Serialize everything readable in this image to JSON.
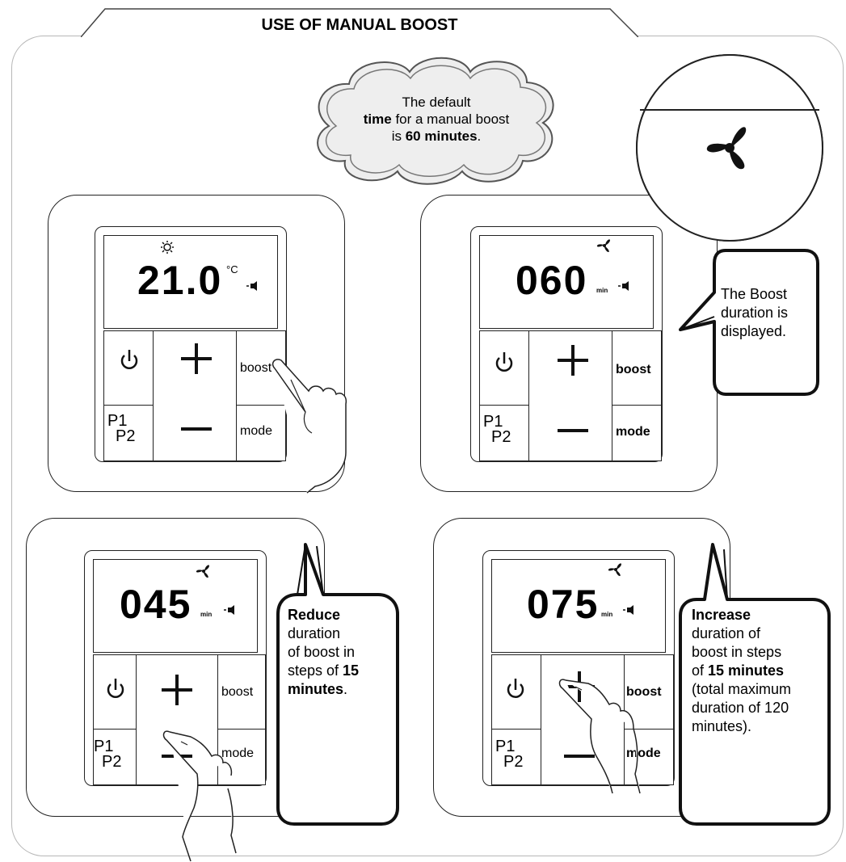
{
  "title": "USE OF MANUAL BOOST",
  "cloud_note": {
    "line1": "The default",
    "line2_bold": "time",
    "line2_rest": " for a manual boost",
    "line3_pre": "is ",
    "line3_bold": "60 minutes",
    "line3_post": "."
  },
  "zoom_icon": "fan-icon",
  "panels": [
    {
      "display": "21.0",
      "unit": "°C",
      "mode_icon": "sun-icon",
      "signal_icon": "speaker-signal-icon",
      "buttons": {
        "power": "power-icon",
        "plus": "+",
        "minus": "−",
        "boost": "boost",
        "mode": "mode",
        "p1": "P1",
        "p2": "P2"
      },
      "boost_bold": false,
      "pressed": "boost"
    },
    {
      "display": "060",
      "unit": "min",
      "mode_icon": "fan-icon",
      "signal_icon": "speaker-signal-icon",
      "buttons": {
        "power": "power-icon",
        "plus": "+",
        "minus": "−",
        "boost": "boost",
        "mode": "mode",
        "p1": "P1",
        "p2": "P2"
      },
      "boost_bold": true,
      "callout": {
        "l1": "The Boost",
        "l2": "duration is",
        "l3": "displayed."
      }
    },
    {
      "display": "045",
      "unit": "min",
      "mode_icon": "fan-icon",
      "signal_icon": "speaker-signal-icon",
      "buttons": {
        "power": "power-icon",
        "plus": "+",
        "minus": "−",
        "boost": "boost",
        "mode": "mode",
        "p1": "P1",
        "p2": "P2"
      },
      "boost_bold": false,
      "pressed": "minus",
      "callout": {
        "l1_bold": "Reduce",
        "l2": "duration",
        "l3": "of boost in",
        "l4_pre": "steps of ",
        "l4_bold": "15",
        "l5_bold": "minutes",
        "l5_post": "."
      }
    },
    {
      "display": "075",
      "unit": "min",
      "mode_icon": "fan-icon",
      "signal_icon": "speaker-signal-icon",
      "buttons": {
        "power": "power-icon",
        "plus": "+",
        "minus": "−",
        "boost": "boost",
        "mode": "mode",
        "p1": "P1",
        "p2": "P2"
      },
      "boost_bold": true,
      "pressed": "plus",
      "callout": {
        "l1_bold": "Increase",
        "l2": "duration of",
        "l3": "boost in steps",
        "l4_pre": "of ",
        "l4_bold": "15 minutes",
        "l5": "(total maximum",
        "l6": "duration of 120",
        "l7": "minutes)."
      }
    }
  ]
}
